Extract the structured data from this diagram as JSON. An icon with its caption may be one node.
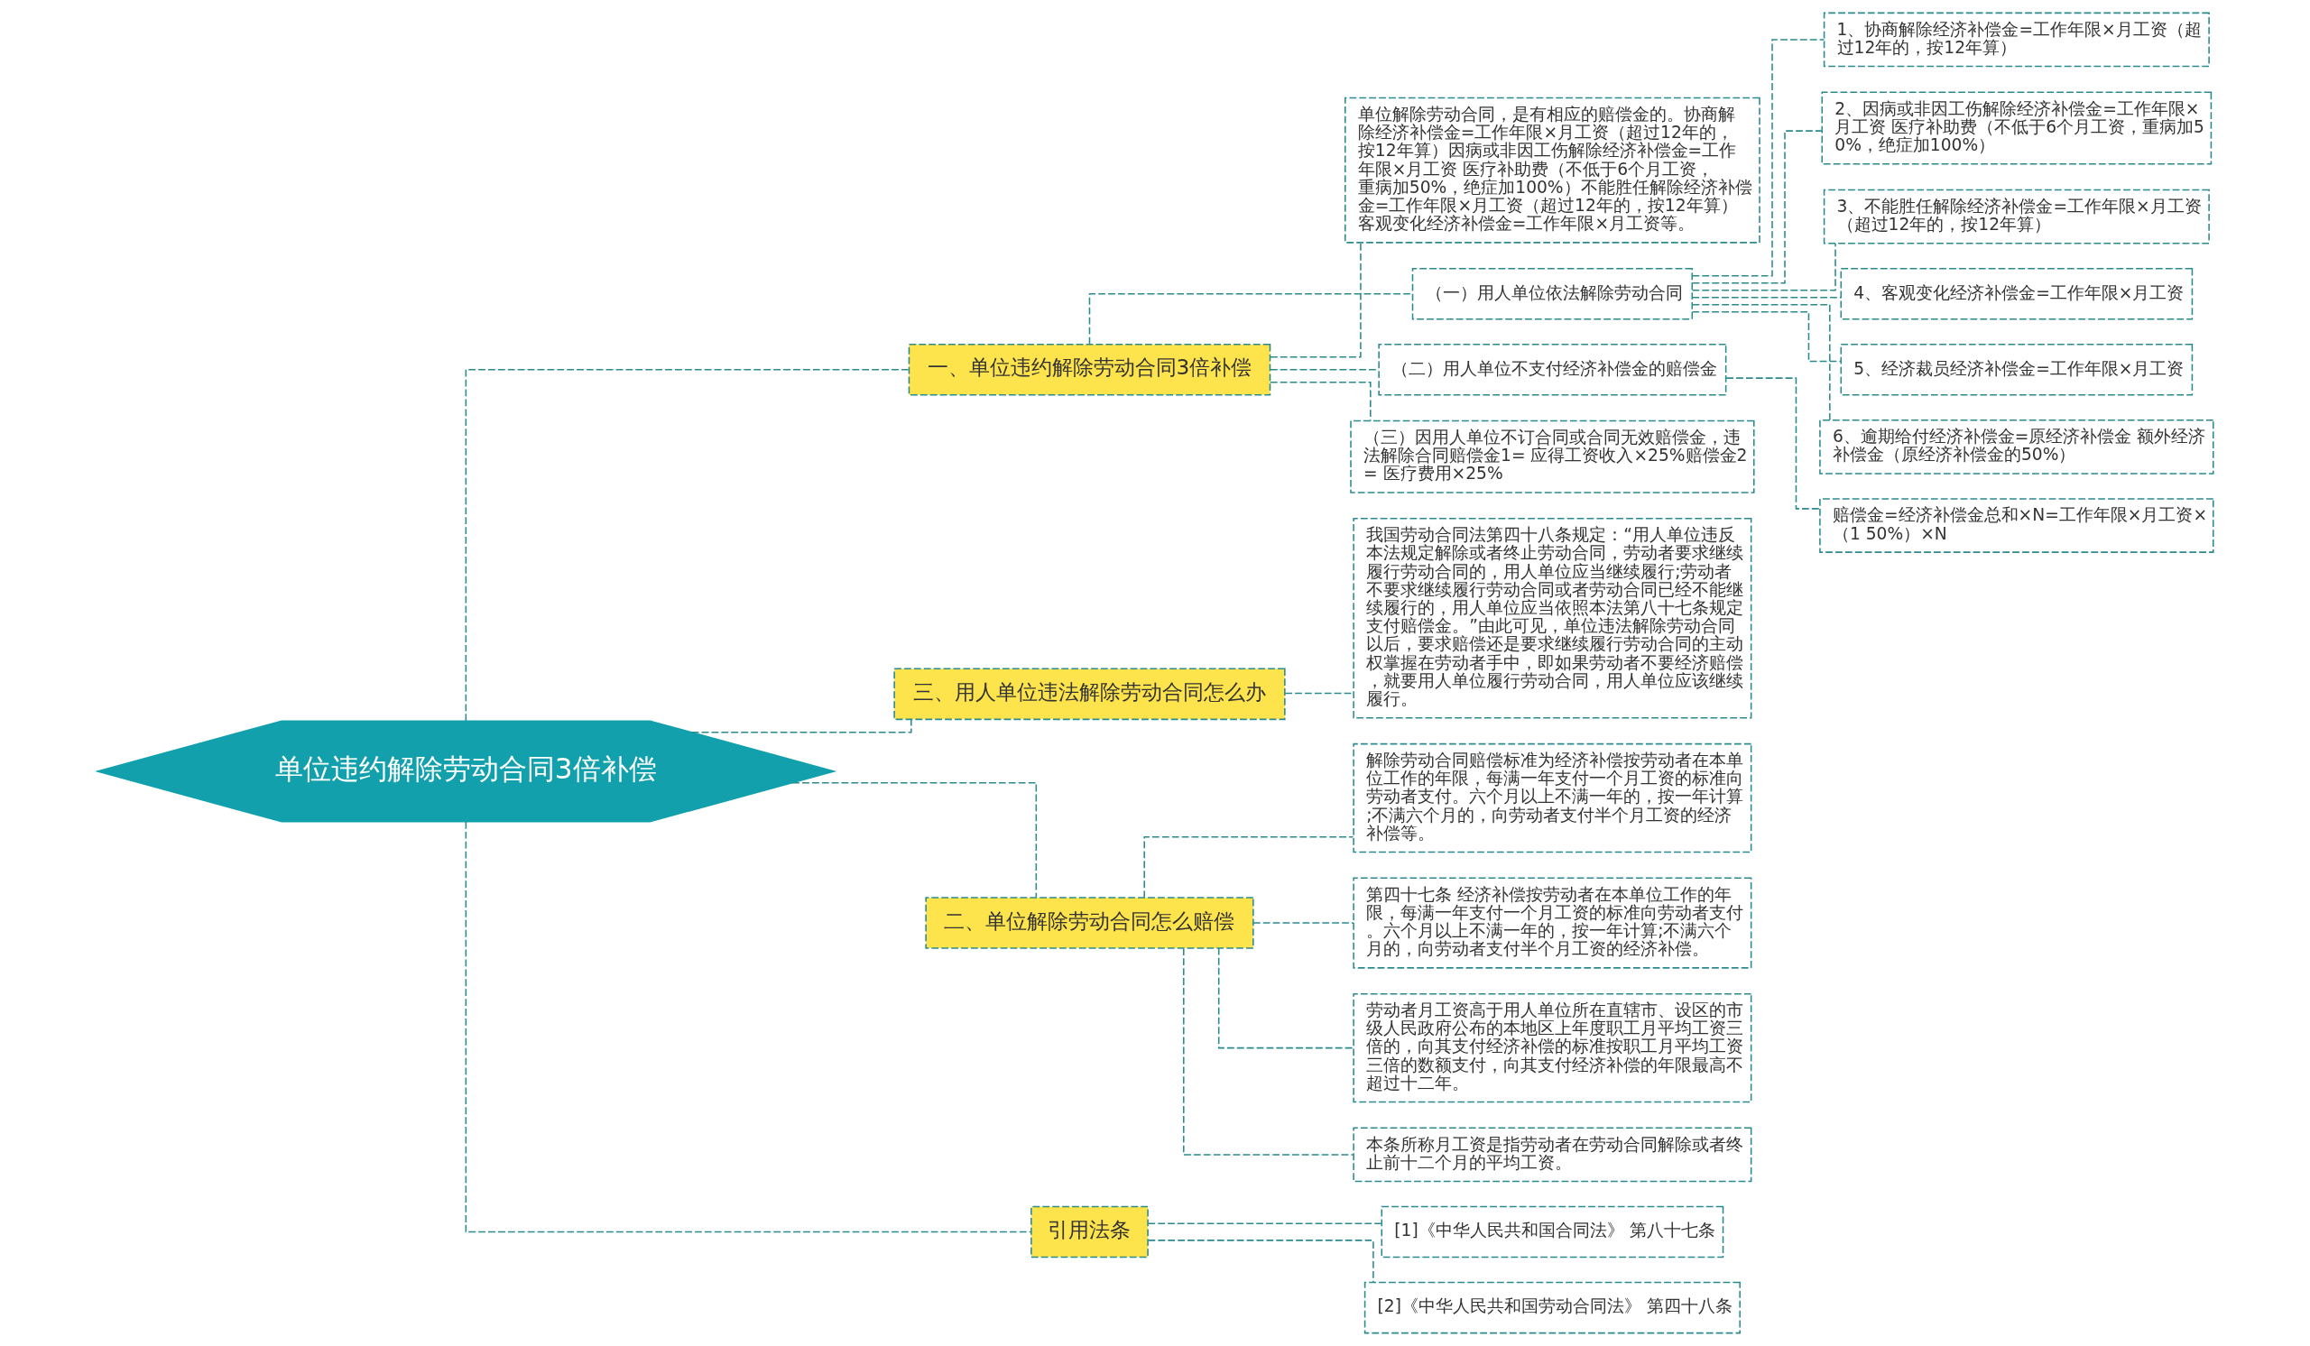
{
  "diagram": {
    "nodes": [
      {
        "text": [
          "单位违约解除劳动合同3倍补偿"
        ]
      },
      {
        "text": [
          "一、单位违约解除劳动合同3倍补偿"
        ]
      },
      {
        "text": [
          "单位解除劳动合同，是有相应的赔偿金的。协商解除经济补偿金=工作年限×月工资（超过12年的，按12年算）因病或非因工伤解除经济补偿金=工作年限×月工资 医疗补助费（不低于6个月工资，重病加50%，绝症加100%）不能胜任解除经济补偿金=工作年限×月工资（超过12年的，按12年算）客观变化经济补偿金=工作年限×月工资等。"
        ]
      },
      {
        "text": [
          "（一）用人单位依法解除劳动合同"
        ]
      },
      {
        "text": [
          "1、协商解除经济补偿金=工作年限×月工资（超过12年的，按12年算）"
        ]
      },
      {
        "text": [
          "2、因病或非因工伤解除经济补偿金=工作年限×月工资 医疗补助费（不低于6个月工资，重病加50%，绝症加100%）"
        ]
      },
      {
        "text": [
          "3、不能胜任解除经济补偿金=工作年限×月工资（超过12年的，按12年算）"
        ]
      },
      {
        "text": [
          "4、客观变化经济补偿金=工作年限×月工资"
        ]
      },
      {
        "text": [
          "5、经济裁员经济补偿金=工作年限×月工资"
        ]
      },
      {
        "text": [
          "6、逾期给付经济补偿金=原经济补偿金 额外经济补偿金（原经济补偿金的50%）"
        ]
      },
      {
        "text": [
          "（二）用人单位不支付经济补偿金的赔偿金"
        ]
      },
      {
        "text": [
          "赔偿金=经济补偿金总和×N=工作年限×月工资×（1 50%）×N"
        ]
      },
      {
        "text": [
          "（三）因用人单位不订合同或合同无效赔偿金，违法解除合同赔偿金1= 应得工资收入×25%赔偿金2= 医疗费用×25%"
        ]
      },
      {
        "text": [
          "三、用人单位违法解除劳动合同怎么办"
        ]
      },
      {
        "text": [
          "我国劳动合同法第四十八条规定：“用人单位违反本法规定解除或者终止劳动合同，劳动者要求继续履行劳动合同的，用人单位应当继续履行;劳动者不要求继续履行劳动合同或者劳动合同已经不能继续履行的，用人单位应当依照本法第八十七条规定支付赔偿金。”由此可见，单位违法解除劳动合同以后，要求赔偿还是要求继续履行劳动合同的主动权掌握在劳动者手中，即如果劳动者不要经济赔偿，就要用人单位履行劳动合同，用人单位应该继续履行。"
        ]
      },
      {
        "text": [
          "二、单位解除劳动合同怎么赔偿"
        ]
      },
      {
        "text": [
          "解除劳动合同赔偿标准为经济补偿按劳动者在本单位工作的年限，每满一年支付一个月工资的标准向劳动者支付。六个月以上不满一年的，按一年计算;不满六个月的，向劳动者支付半个月工资的经济补偿等。"
        ]
      },
      {
        "text": [
          "第四十七条 经济补偿按劳动者在本单位工作的年限，每满一年支付一个月工资的标准向劳动者支付。六个月以上不满一年的，按一年计算;不满六个月的，向劳动者支付半个月工资的经济补偿。"
        ]
      },
      {
        "text": [
          "劳动者月工资高于用人单位所在直辖市、设区的市级人民政府公布的本地区上年度职工月平均工资三倍的，向其支付经济补偿的标准按职工月平均工资三倍的数额支付，向其支付经济补偿的年限最高不超过十二年。"
        ]
      },
      {
        "text": [
          "本条所称月工资是指劳动者在劳动合同解除或者终止前十二个月的平均工资。"
        ]
      },
      {
        "text": [
          "引用法条"
        ]
      },
      {
        "text": [
          "[1]《中华人民共和国合同法》 第八十七条"
        ]
      },
      {
        "text": [
          "[2]《中华人民共和国劳动合同法》 第四十八条"
        ]
      }
    ],
    "edges": [
      {
        "from": 0,
        "to": 1,
        "arrow": "none",
        "style": "dashed"
      },
      {
        "from": 1,
        "to": 2,
        "arrow": "none",
        "style": "dashed"
      },
      {
        "from": 1,
        "to": 3,
        "arrow": "none",
        "style": "dashed"
      },
      {
        "from": 3,
        "to": 4,
        "arrow": "none",
        "style": "dashed"
      },
      {
        "from": 3,
        "to": 5,
        "arrow": "none",
        "style": "dashed"
      },
      {
        "from": 3,
        "to": 6,
        "arrow": "none",
        "style": "dashed"
      },
      {
        "from": 3,
        "to": 7,
        "arrow": "none",
        "style": "dashed"
      },
      {
        "from": 3,
        "to": 8,
        "arrow": "none",
        "style": "dashed"
      },
      {
        "from": 3,
        "to": 9,
        "arrow": "none",
        "style": "dashed"
      },
      {
        "from": 1,
        "to": 10,
        "arrow": "none",
        "style": "dashed"
      },
      {
        "from": 10,
        "to": 11,
        "arrow": "none",
        "style": "dashed"
      },
      {
        "from": 1,
        "to": 12,
        "arrow": "none",
        "style": "dashed"
      },
      {
        "from": 0,
        "to": 13,
        "arrow": "none",
        "style": "dashed"
      },
      {
        "from": 13,
        "to": 14,
        "arrow": "none",
        "style": "dashed"
      },
      {
        "from": 0,
        "to": 15,
        "arrow": "none",
        "style": "dashed"
      },
      {
        "from": 15,
        "to": 16,
        "arrow": "none",
        "style": "dashed"
      },
      {
        "from": 15,
        "to": 17,
        "arrow": "none",
        "style": "dashed"
      },
      {
        "from": 15,
        "to": 18,
        "arrow": "none",
        "style": "dashed"
      },
      {
        "from": 15,
        "to": 19,
        "arrow": "none",
        "style": "dashed"
      },
      {
        "from": 0,
        "to": 20,
        "arrow": "none",
        "style": "dashed"
      },
      {
        "from": 20,
        "to": 21,
        "arrow": "none",
        "style": "dashed"
      },
      {
        "from": 20,
        "to": 22,
        "arrow": "none",
        "style": "dashed"
      }
    ]
  }
}
